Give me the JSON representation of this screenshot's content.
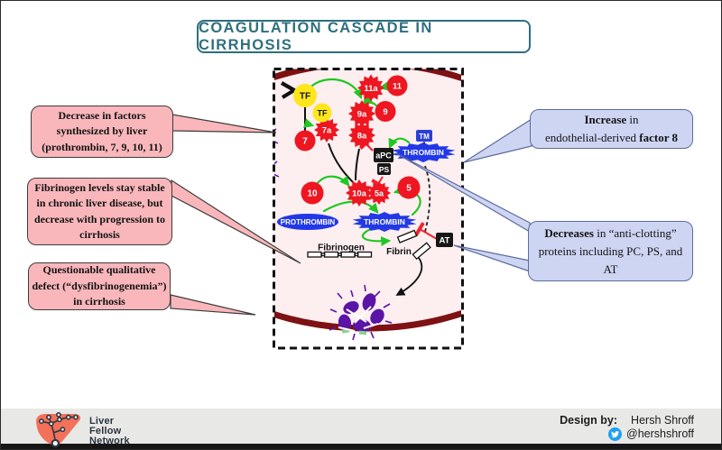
{
  "title": "COAGULATION CASCADE IN CIRRHOSIS",
  "left_callouts": [
    {
      "name": "decrease-factors",
      "lines": [
        "Decrease in factors",
        "synthesized by liver",
        "(prothrombin, 7, 9, 10, 11)"
      ]
    },
    {
      "name": "fibrinogen-levels",
      "lines": [
        "Fibrinogen levels stay stable",
        "in chronic liver disease, but",
        "decrease with progression to",
        "cirrhosis"
      ]
    },
    {
      "name": "dysfibrinogenemia",
      "lines": [
        "Questionable qualitative",
        "defect (“dysfibrinogenemia”)",
        "in cirrhosis"
      ]
    }
  ],
  "right_callouts": [
    {
      "name": "factor-8-increase",
      "line1_bold": "Increase",
      "line1_rest": " in",
      "line2_pre": "endothelial-derived ",
      "line2_bold": "factor 8"
    },
    {
      "name": "anticlotting-decrease",
      "line1_bold": "Decreases",
      "line1_rest": " in “anti-clotting”",
      "line2": "proteins including PC, PS, and",
      "line3": "AT"
    }
  ],
  "diagram": {
    "labels": {
      "tf": "TF",
      "f7": "7",
      "f7a": "7a",
      "f11": "11",
      "f11a": "11a",
      "f9": "9",
      "f9a": "9a",
      "f8a": "8a",
      "f10": "10",
      "f10a": "10a",
      "f5": "5",
      "f5a": "5a",
      "apc": "aPC",
      "ps": "PS",
      "tm": "TM",
      "at": "AT",
      "thrombin": "THROMBIN",
      "prothrombin": "PROTHROMBIN",
      "fibrinogen": "Fibrinogen",
      "fibrin": "Fibrin"
    }
  },
  "footer": {
    "logo_lines": [
      "Liver",
      "Fellow",
      "Network"
    ],
    "design_by_label": "Design by:",
    "designer": "Hersh Shroff",
    "handle": "@hershshroff"
  },
  "colors": {
    "accent_teal": "#2e6f7f",
    "callout_pink": "#f9b7bb",
    "callout_blue": "#cdd5f3",
    "factor_red": "#ee1620",
    "tf_yellow": "#ffe61c",
    "protein_blue": "#2238e8",
    "arrow_green": "#1fc822",
    "inhibit_red": "#f2222a",
    "vessel_maroon": "#7e1113",
    "platelet_purple": "#5a14a6",
    "footer_gray": "#e8e8e6",
    "logo_salmon": "#f3705a",
    "twitter_blue": "#1da1f2"
  }
}
